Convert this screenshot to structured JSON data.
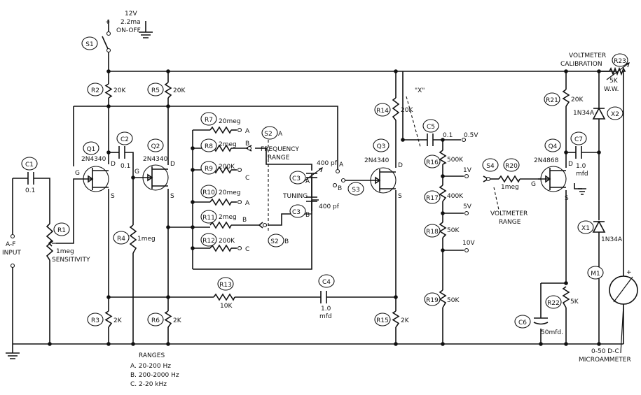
{
  "supply": {
    "plus": "+",
    "voltage": "12V",
    "current": "2.2ma",
    "switch": "ON-OFF"
  },
  "switches": {
    "S1": "S1",
    "S2A": "S2",
    "S2A_pole": "A",
    "S2B": "S2",
    "S2B_pole": "B",
    "S3": "S3",
    "S4": "S4"
  },
  "transistors": {
    "Q1": {
      "ref": "Q1",
      "type": "2N4340"
    },
    "Q2": {
      "ref": "Q2",
      "type": "2N4340"
    },
    "Q3": {
      "ref": "Q3",
      "type": "2N4340"
    },
    "Q4": {
      "ref": "Q4",
      "type": "2N4868"
    }
  },
  "pins": {
    "g": "G",
    "d": "D",
    "s": "S"
  },
  "resistors": {
    "R1": {
      "ref": "R1",
      "value": "1meg",
      "label": "SENSITIVITY"
    },
    "R2": {
      "ref": "R2",
      "value": "20K"
    },
    "R3": {
      "ref": "R3",
      "value": "2K"
    },
    "R4": {
      "ref": "R4",
      "value": "1meg"
    },
    "R5": {
      "ref": "R5",
      "value": "20K"
    },
    "R6": {
      "ref": "R6",
      "value": "2K"
    },
    "R7": {
      "ref": "R7",
      "value": "20meg"
    },
    "R8": {
      "ref": "R8",
      "value": "2meg"
    },
    "R9": {
      "ref": "R9",
      "value": "200K"
    },
    "R10": {
      "ref": "R10",
      "value": "20meg"
    },
    "R11": {
      "ref": "R11",
      "value": "2meg"
    },
    "R12": {
      "ref": "R12",
      "value": "200K"
    },
    "R13": {
      "ref": "R13",
      "value": "10K"
    },
    "R14": {
      "ref": "R14",
      "value": "20K"
    },
    "R15": {
      "ref": "R15",
      "value": "2K"
    },
    "R16": {
      "ref": "R16",
      "value": "500K"
    },
    "R17": {
      "ref": "R17",
      "value": "400K"
    },
    "R18": {
      "ref": "R18",
      "value": "50K"
    },
    "R19": {
      "ref": "R19",
      "value": "50K"
    },
    "R20": {
      "ref": "R20",
      "value": "1meg"
    },
    "R21": {
      "ref": "R21",
      "value": "20K"
    },
    "R22": {
      "ref": "R22",
      "value": "5K"
    },
    "R23": {
      "ref": "R23",
      "value": "5K",
      "value2": "W.W."
    }
  },
  "capacitors": {
    "C1": {
      "ref": "C1",
      "value": "0.1"
    },
    "C2": {
      "ref": "C2",
      "value": "0.1"
    },
    "C3A": {
      "ref": "C3",
      "pole": "A",
      "value": "400 pf"
    },
    "C3B": {
      "ref": "C3",
      "pole": "B",
      "value": "400 pf"
    },
    "C4": {
      "ref": "C4",
      "value": "1.0",
      "unit": "mfd"
    },
    "C5": {
      "ref": "C5",
      "value": "0.1"
    },
    "C6": {
      "ref": "C6",
      "value": "50mfd."
    },
    "C7": {
      "ref": "C7",
      "value": "1.0",
      "unit": "mfd"
    }
  },
  "diodes": {
    "X1": {
      "ref": "X1",
      "type": "1N34A"
    },
    "X2": {
      "ref": "X2",
      "type": "1N34A"
    }
  },
  "meter": {
    "ref": "M1",
    "plus": "+",
    "line1": "0-50  D-C",
    "line2": "MICROAMMETER"
  },
  "labels": {
    "input1": "A-F",
    "input2": "INPUT",
    "freq1": "FREQUENCY",
    "freq2": "RANGE",
    "tuning": "TUNING",
    "test_point": "\"X\"",
    "cal1": "VOLTMETER",
    "cal2": "CALIBRATION",
    "vrange1": "VOLTMETER",
    "vrange2": "RANGE",
    "pos_a": "A",
    "pos_b": "B",
    "pos_c": "C",
    "v05": "0.5V",
    "v1": "1V",
    "v5": "5V",
    "v10": "10V"
  },
  "ranges": {
    "title": "RANGES",
    "items": [
      "A.  20-200 Hz",
      "B.  200-2000 Hz",
      "C.  2-20 kHz"
    ]
  }
}
